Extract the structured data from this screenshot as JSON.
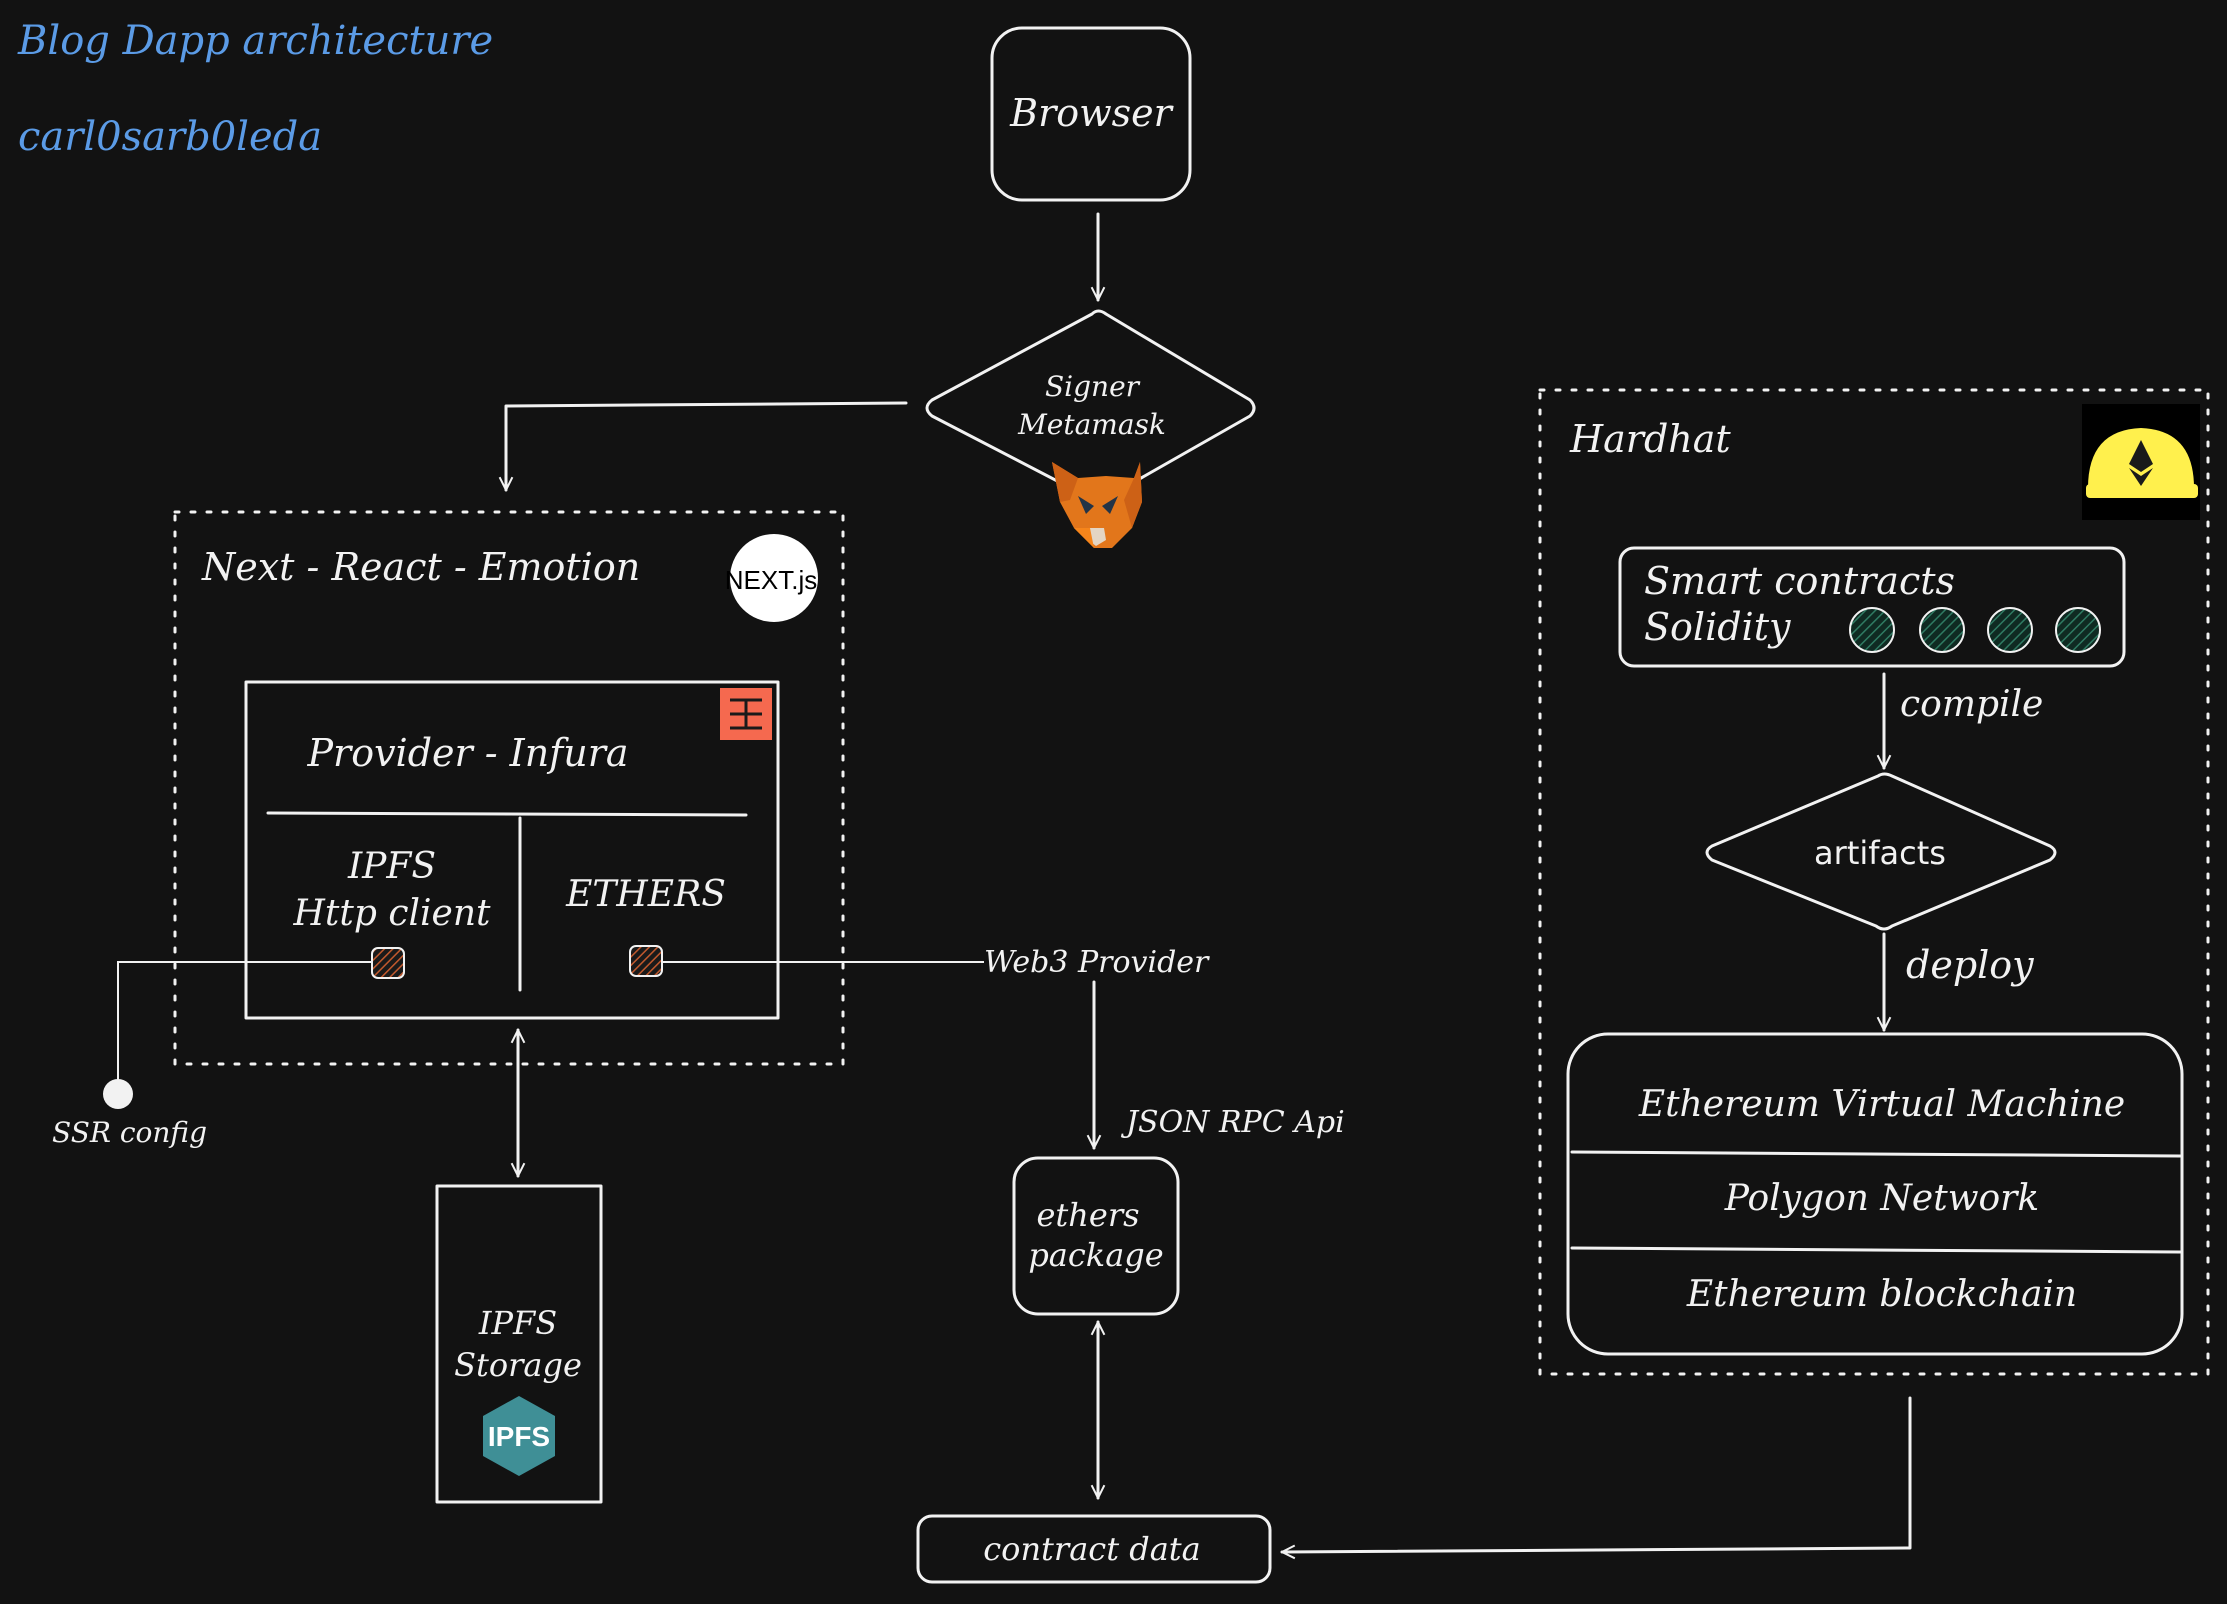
{
  "header": {
    "title": "Blog Dapp architecture",
    "author": "carl0sarb0leda"
  },
  "nodes": {
    "browser": "Browser",
    "signer_line1": "Signer",
    "signer_line2": "Metamask",
    "next_container": "Next - React - Emotion",
    "next_logo_text": "NEXT.js",
    "provider": "Provider - Infura",
    "ipfs_client_line1": "IPFS",
    "ipfs_client_line2": "Http client",
    "ethers": "ETHERS",
    "ssr_config": "SSR config",
    "web3_provider": "Web3 Provider",
    "json_rpc": "JSON RPC Api",
    "ipfs_storage_line1": "IPFS",
    "ipfs_storage_line2": "Storage",
    "ipfs_logo_text": "IPFS",
    "ethers_package_line1": "ethers",
    "ethers_package_line2": "package",
    "contract_data": "contract data",
    "hardhat": "Hardhat",
    "smart_contracts_line1": "Smart contracts",
    "smart_contracts_line2": "Solidity",
    "compile": "compile",
    "artifacts": "artifacts",
    "deploy": "deploy",
    "evm": "Ethereum Virtual Machine",
    "polygon": "Polygon Network",
    "eth_blockchain": "Ethereum blockchain"
  },
  "colors": {
    "background": "#121212",
    "title_blue": "#5b9be6",
    "infura_orange": "#f5694f",
    "ipfs_teal": "#3f8f96",
    "metamask_orange": "#e2761b",
    "hardhat_yellow": "#fff04d",
    "solidity_green": "#1d4a3d"
  },
  "icons": [
    "metamask-fox-icon",
    "nextjs-logo-icon",
    "infura-logo-icon",
    "ipfs-logo-icon",
    "hardhat-helmet-icon"
  ]
}
